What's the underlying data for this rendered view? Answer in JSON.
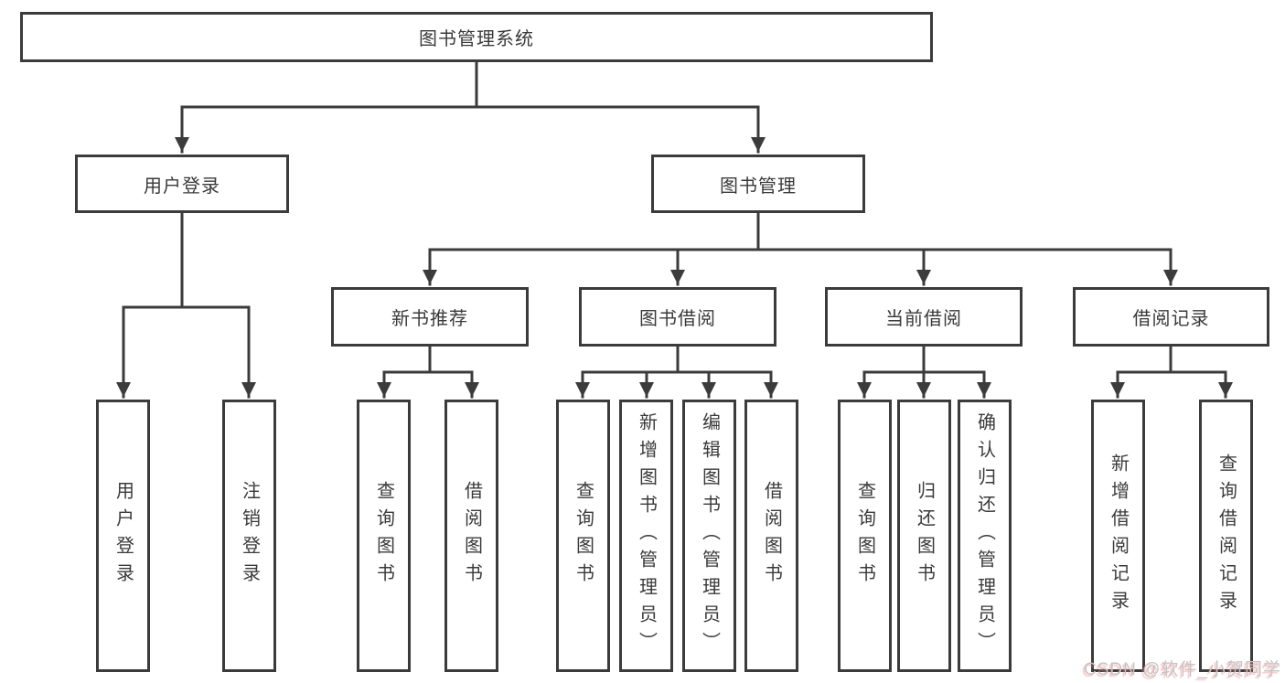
{
  "diagram": {
    "tree": {
      "label": "图书管理系统",
      "children": [
        {
          "label": "用户登录",
          "children": [
            {
              "label": "用户登录"
            },
            {
              "label": "注销登录"
            }
          ]
        },
        {
          "label": "图书管理",
          "children": [
            {
              "label": "新书推荐",
              "children": [
                {
                  "label": "查询图书"
                },
                {
                  "label": "借阅图书"
                }
              ]
            },
            {
              "label": "图书借阅",
              "children": [
                {
                  "label": "查询图书"
                },
                {
                  "label": "新增图书（管理员）"
                },
                {
                  "label": "编辑图书（管理员）"
                },
                {
                  "label": "借阅图书"
                }
              ]
            },
            {
              "label": "当前借阅",
              "children": [
                {
                  "label": "查询图书"
                },
                {
                  "label": "归还图书"
                },
                {
                  "label": "确认归还（管理员）"
                }
              ]
            },
            {
              "label": "借阅记录",
              "children": [
                {
                  "label": "新增借阅记录"
                },
                {
                  "label": "查询借阅记录"
                }
              ]
            }
          ]
        }
      ]
    },
    "colors": {
      "line": "#3b3b3b",
      "box_border": "#3b3b3b",
      "text": "#3a3a3a",
      "watermark_text": "#c4c4c4"
    }
  },
  "watermark": {
    "text": "CSDN @软件_小贺同学"
  }
}
